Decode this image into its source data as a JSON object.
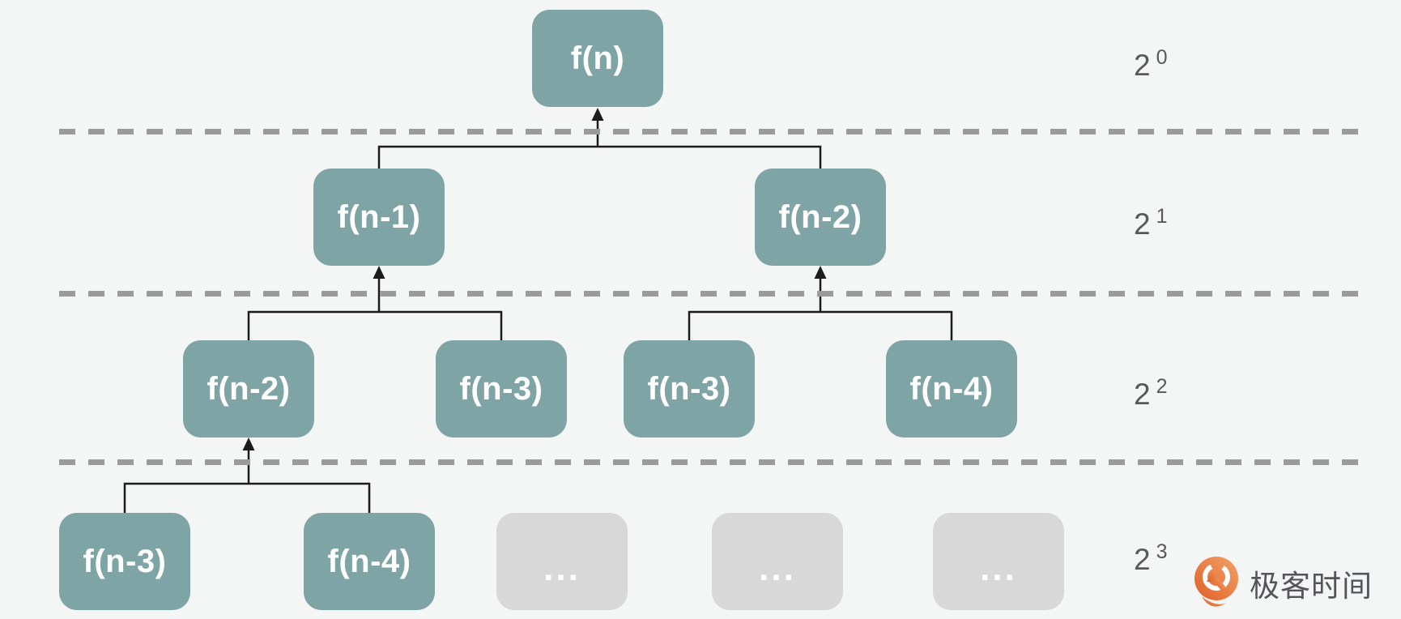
{
  "diagram": {
    "type": "recursion-tree",
    "nodes": [
      {
        "label": "f(n)",
        "level": 0,
        "style": "active"
      },
      {
        "label": "f(n-1)",
        "level": 1,
        "style": "active"
      },
      {
        "label": "f(n-2)",
        "level": 1,
        "style": "active"
      },
      {
        "label": "f(n-2)",
        "level": 2,
        "style": "active"
      },
      {
        "label": "f(n-3)",
        "level": 2,
        "style": "active"
      },
      {
        "label": "f(n-3)",
        "level": 2,
        "style": "active"
      },
      {
        "label": "f(n-4)",
        "level": 2,
        "style": "active"
      },
      {
        "label": "f(n-3)",
        "level": 3,
        "style": "active"
      },
      {
        "label": "f(n-4)",
        "level": 3,
        "style": "active"
      },
      {
        "label": "...",
        "level": 3,
        "style": "ghost"
      },
      {
        "label": "...",
        "level": 3,
        "style": "ghost"
      },
      {
        "label": "...",
        "level": 3,
        "style": "ghost"
      }
    ],
    "edges": [
      {
        "parent": 0,
        "children": [
          1,
          2
        ]
      },
      {
        "parent": 1,
        "children": [
          3,
          4
        ]
      },
      {
        "parent": 2,
        "children": [
          5,
          6
        ]
      },
      {
        "parent": 3,
        "children": [
          7,
          8
        ]
      }
    ],
    "level_labels": [
      {
        "base": "2",
        "exp": "0"
      },
      {
        "base": "2",
        "exp": "1"
      },
      {
        "base": "2",
        "exp": "2"
      },
      {
        "base": "2",
        "exp": "3"
      }
    ]
  },
  "watermark": {
    "brand": "极客时间"
  },
  "colors": {
    "background": "#f4f5f5",
    "node_active": "#7fa4a5",
    "node_ghost": "#d8d8d8",
    "node_text": "#ffffff",
    "divider": "#9b9b9b",
    "connector": "#1c1c1c",
    "level_label": "#595959",
    "brand_text": "#555557",
    "logo_orange_light": "#f2a369",
    "logo_orange_dark": "#e05f26"
  }
}
